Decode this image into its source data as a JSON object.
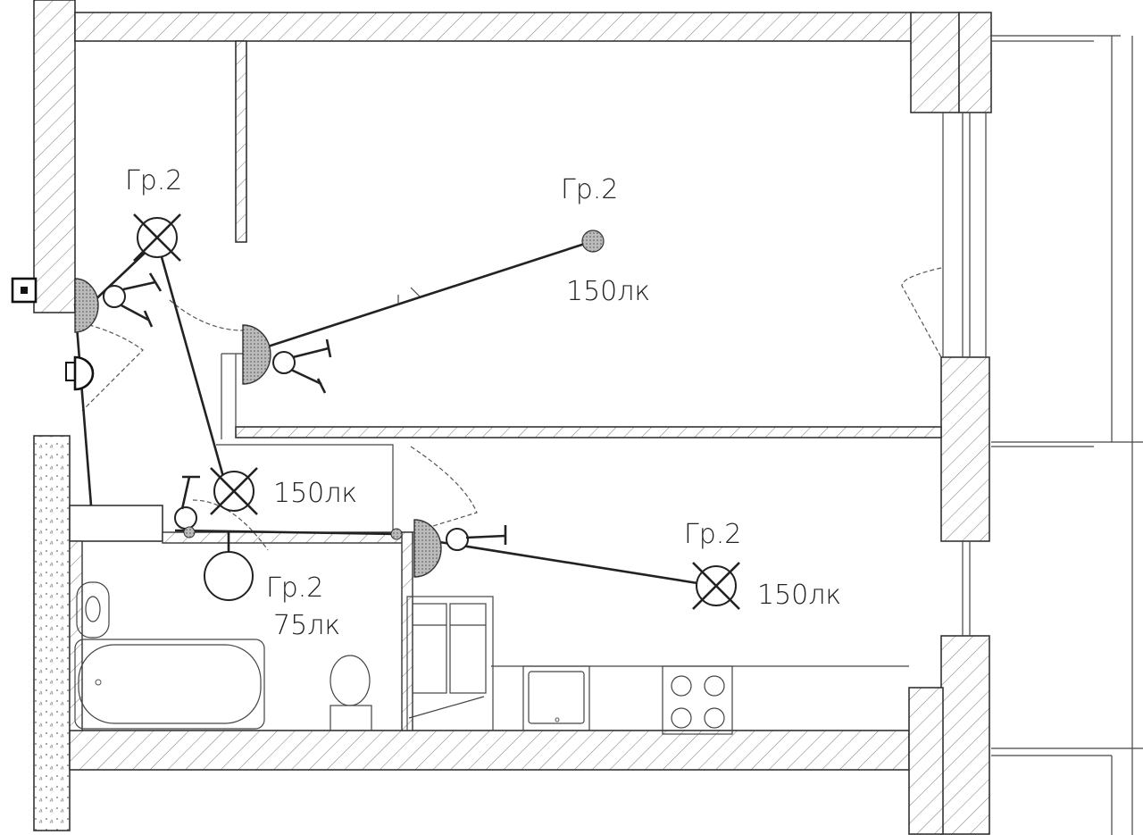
{
  "labels": {
    "group_top_left": "Гр.2",
    "group_top_right": "Гр.2",
    "lux_top_right": "150лк",
    "lux_hall": "150лк",
    "group_bath": "Гр.2",
    "lux_bath": "75лк",
    "group_kitchen": "Гр.2",
    "lux_kitchen": "150лк"
  },
  "colors": {
    "ink": "#222222",
    "hatch": "#666666",
    "background": "#ffffff"
  },
  "icons": [
    "ceiling-lamp-cross-icon",
    "wall-lamp-icon",
    "switch-icon",
    "junction-box-icon",
    "socket-icon",
    "doorbell-icon"
  ]
}
